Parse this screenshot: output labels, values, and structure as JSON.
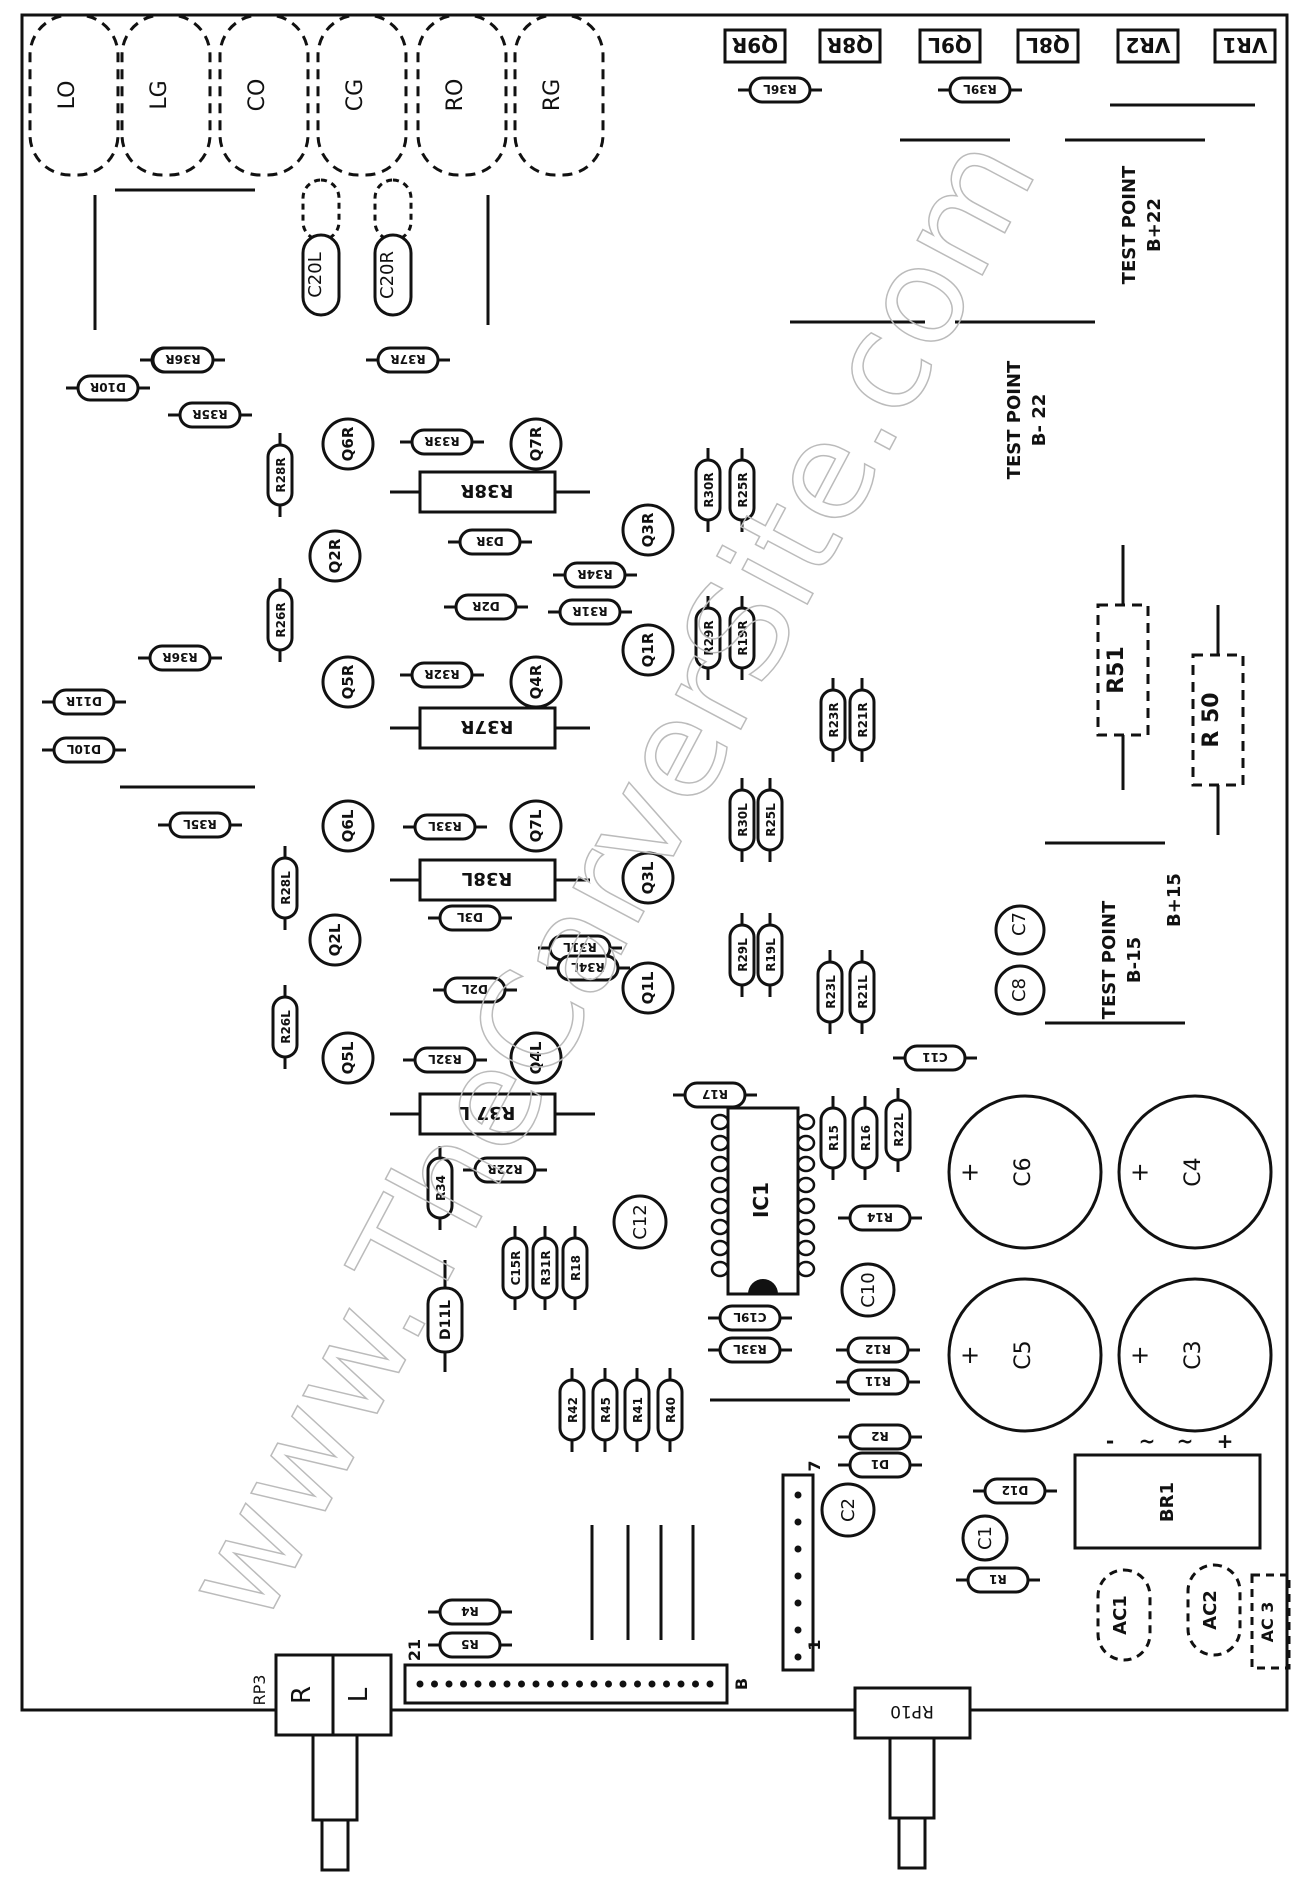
{
  "labels": {
    "connector_top_left": [
      "LO",
      "LG",
      "CO",
      "CG",
      "RO",
      "RG"
    ],
    "connector_top_right": [
      "Q9R",
      "Q8R",
      "Q9L",
      "Q8L",
      "VR2",
      "VR1"
    ],
    "test_points": [
      {
        "title": "TEST POINT",
        "sub": "B+22"
      },
      {
        "title": "TEST POINT",
        "sub": "B- 22"
      },
      {
        "title": "TEST POINT",
        "sub": "B-15"
      }
    ],
    "b15": "B+15",
    "transistors": [
      "Q6R",
      "Q7R",
      "Q2R",
      "Q3R",
      "Q1R",
      "Q5R",
      "Q4R",
      "Q6L",
      "Q7L",
      "Q3L",
      "Q2L",
      "Q1L",
      "Q5L",
      "Q4L"
    ],
    "resistors_boxed": [
      "R38R",
      "R37R",
      "R38L",
      "R37 L"
    ],
    "resistors_small": [
      "R39R",
      "D10R",
      "R35R",
      "R28R",
      "R33R",
      "R30R",
      "R25R",
      "D3R",
      "R34R",
      "D2R",
      "R31R",
      "R29R",
      "R19R",
      "R26R",
      "R36R",
      "R32R",
      "D11R",
      "D10L",
      "R23R",
      "R21R",
      "R35L",
      "R33L",
      "R30L",
      "R25L",
      "R28L",
      "D3L",
      "R31L",
      "R34L",
      "D2L",
      "R29L",
      "R19L",
      "R26L",
      "R32L",
      "R23L",
      "R21L",
      "C11",
      "R17",
      "R15",
      "R16",
      "R22L",
      "R22R",
      "R14",
      "C15R",
      "R31R",
      "R18",
      "C19L",
      "R33L",
      "R12",
      "R11",
      "R42",
      "R45",
      "R41",
      "R40",
      "R2",
      "D1",
      "D12",
      "R1",
      "R4",
      "R5",
      "R34",
      "R36L",
      "R39L",
      "R37R",
      "R36R"
    ],
    "capacitors": [
      "C20L",
      "C20R",
      "C7",
      "C8",
      "C6",
      "C4",
      "C5",
      "C3",
      "C10",
      "C12",
      "C2",
      "C1"
    ],
    "ic": "IC1",
    "diode": "D11L",
    "bridge": "BR1",
    "bridge_pins": [
      "-",
      "~",
      "~",
      "+"
    ],
    "power_resistors": [
      "R51",
      "R 50"
    ],
    "ac_pads": [
      "AC1",
      "AC2",
      "AC 3"
    ],
    "pots": [
      {
        "name": "RP3",
        "sub": [
          "R",
          "L"
        ]
      },
      {
        "name": "RP10"
      }
    ],
    "header_pins": {
      "left": "21",
      "right": "B",
      "small_top": "7",
      "small_bottom": "1"
    },
    "watermark": "www.TheCarverSite.com"
  }
}
